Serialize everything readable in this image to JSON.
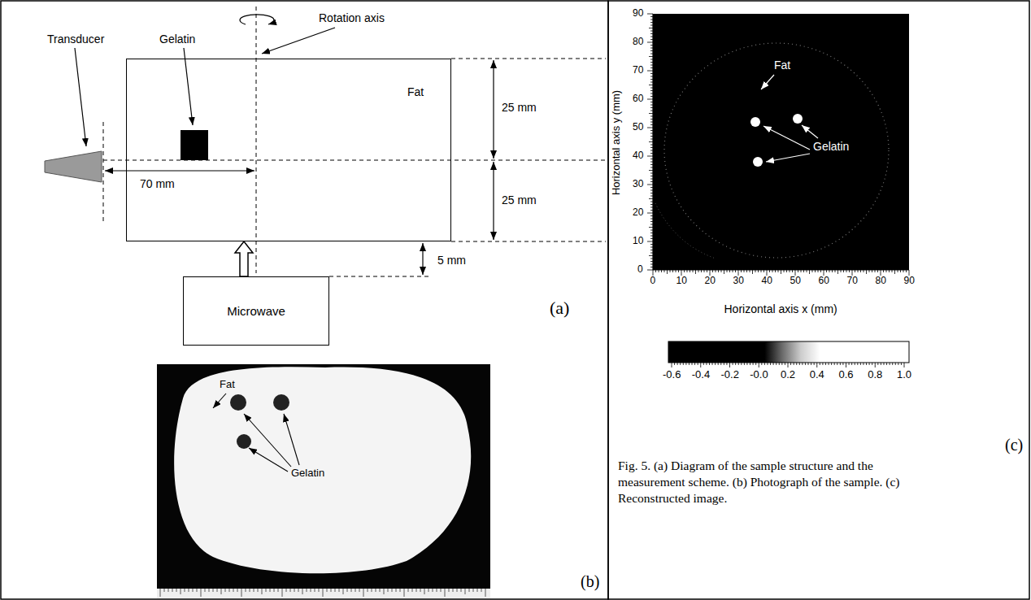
{
  "diagram": {
    "caption": "Fig. 5. (a) Diagram of the sample structure and the measurement scheme. (b) Photograph of the sample. (c) Reconstructed image.",
    "nodes": [
      {
        "text": [
          "Fat"
        ]
      },
      {
        "text": [
          "Microwave"
        ]
      }
    ],
    "edges": [
      {
        "from": 1,
        "to": 0,
        "arrow": "to"
      }
    ],
    "labels": [
      "Transducer",
      "Gelatin",
      "Rotation axis",
      "25 mm",
      "25 mm",
      "70 mm",
      "5 mm",
      "(a)",
      "Fat",
      "Gelatin",
      "(b)",
      "0",
      "10",
      "20",
      "30",
      "40",
      "50",
      "60",
      "70",
      "80",
      "90",
      "Horizontal axis y (mm)",
      "Fat",
      "Gelatin",
      "0",
      "10",
      "20",
      "30",
      "40",
      "50",
      "60",
      "70",
      "80",
      "90",
      "Horizontal axis x (mm)",
      "-0.6",
      "-0.4",
      "-0.2",
      "-0.0",
      "0.2",
      "0.4",
      "0.6",
      "0.8",
      "1.0",
      "(c)"
    ]
  }
}
